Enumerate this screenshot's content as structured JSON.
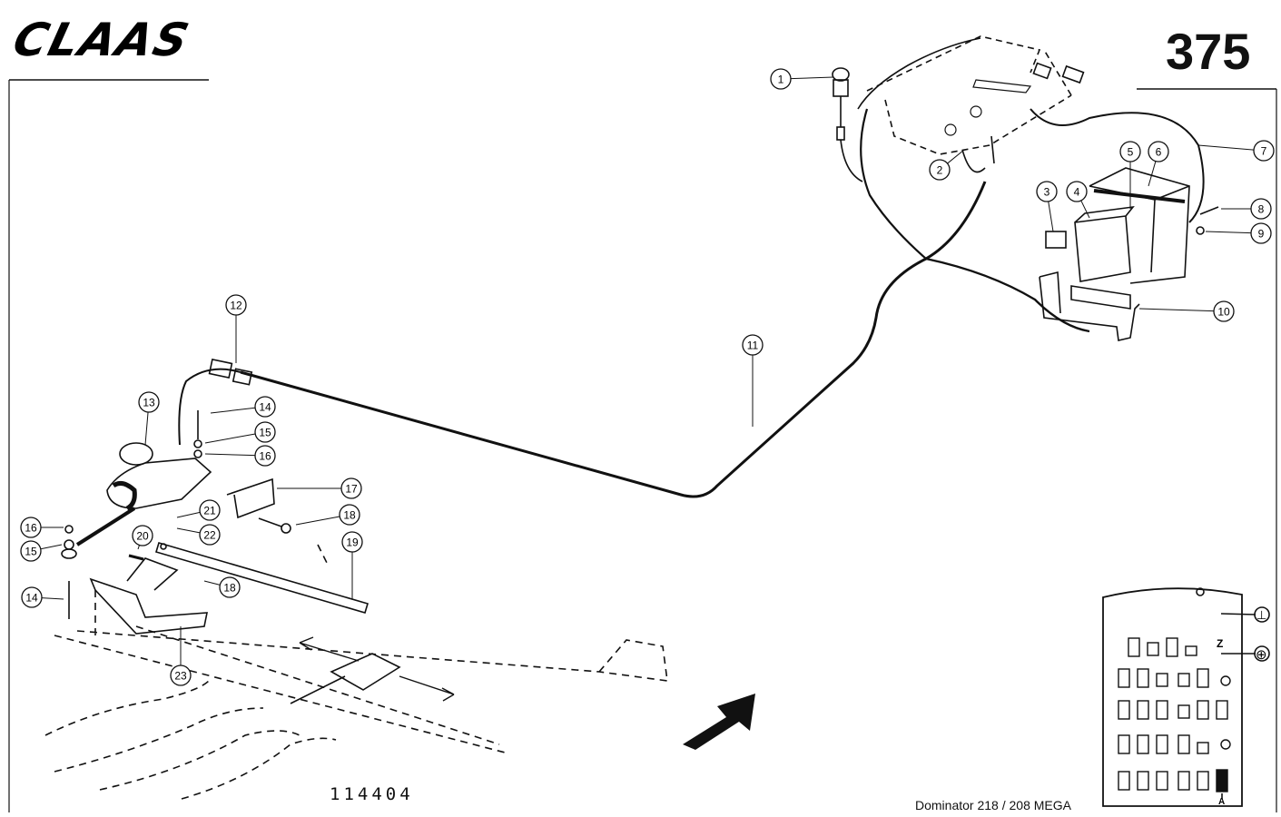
{
  "header": {
    "logo_text": "CLAAS",
    "page_number": "375"
  },
  "footer": {
    "drawing_number": "114404",
    "machine_model": "Dominator 218 / 208 MEGA"
  },
  "callouts": [
    "1",
    "2",
    "3",
    "4",
    "5",
    "6",
    "7",
    "8",
    "9",
    "10",
    "11",
    "12",
    "13",
    "14",
    "15",
    "16",
    "17",
    "18",
    "19",
    "20",
    "21",
    "22",
    "23",
    "16",
    "15",
    "14",
    "18"
  ],
  "fuse_panel": {
    "terminal_ground": "⊥",
    "terminal_positive": "⊕",
    "label_z": "Z",
    "label_a": "A"
  },
  "colors": {
    "ink": "#111111",
    "paper": "#ffffff"
  }
}
